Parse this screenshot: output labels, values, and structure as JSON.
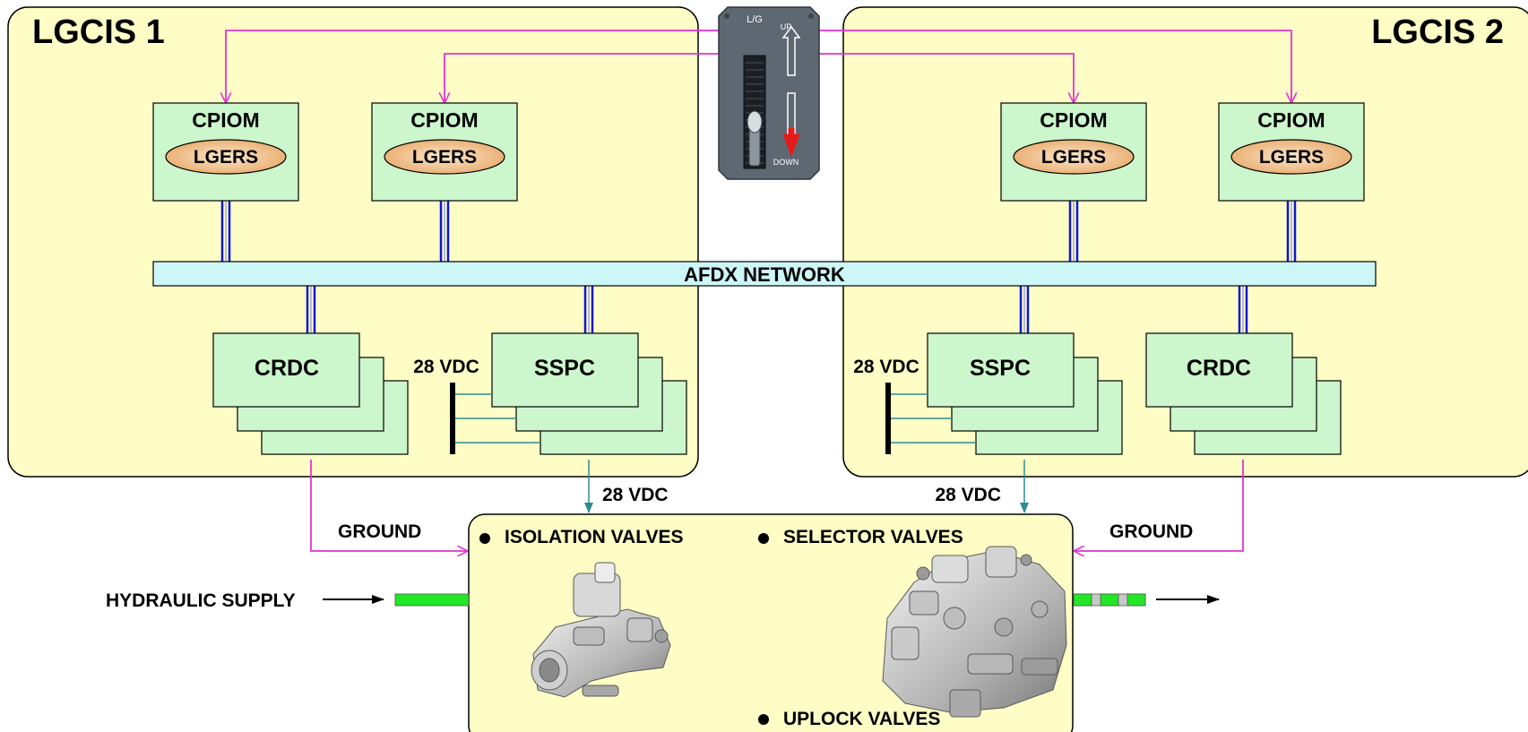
{
  "panels": {
    "left_title": "LGCIS 1",
    "right_title": "LGCIS 2"
  },
  "lever": {
    "label": "L/G",
    "up": "UP",
    "down": "DOWN"
  },
  "modules": {
    "cpiom": "CPIOM",
    "lgers": "LGERS",
    "crdc": "CRDC",
    "sspc": "SSPC"
  },
  "network": {
    "label": "AFDX NETWORK"
  },
  "power": {
    "vdc": "28 VDC"
  },
  "valves": {
    "isolation": "ISOLATION VALVES",
    "selector": "SELECTOR VALVES",
    "uplock": "UPLOCK VALVES"
  },
  "links": {
    "ground": "GROUND",
    "hydraulic_supply": "HYDRAULIC SUPPLY"
  },
  "colors": {
    "panel_fill": "#fefdc5",
    "module_fill": "#ccf7cc",
    "network_fill": "#cdf6f7",
    "bus_blue": "#0a17d8",
    "signal_magenta": "#e432d6",
    "power_teal": "#2d8b93",
    "hydraulic_green": "#22e626",
    "lgers_fill": "#f1c08c",
    "lever_panel": "#5e6873"
  }
}
